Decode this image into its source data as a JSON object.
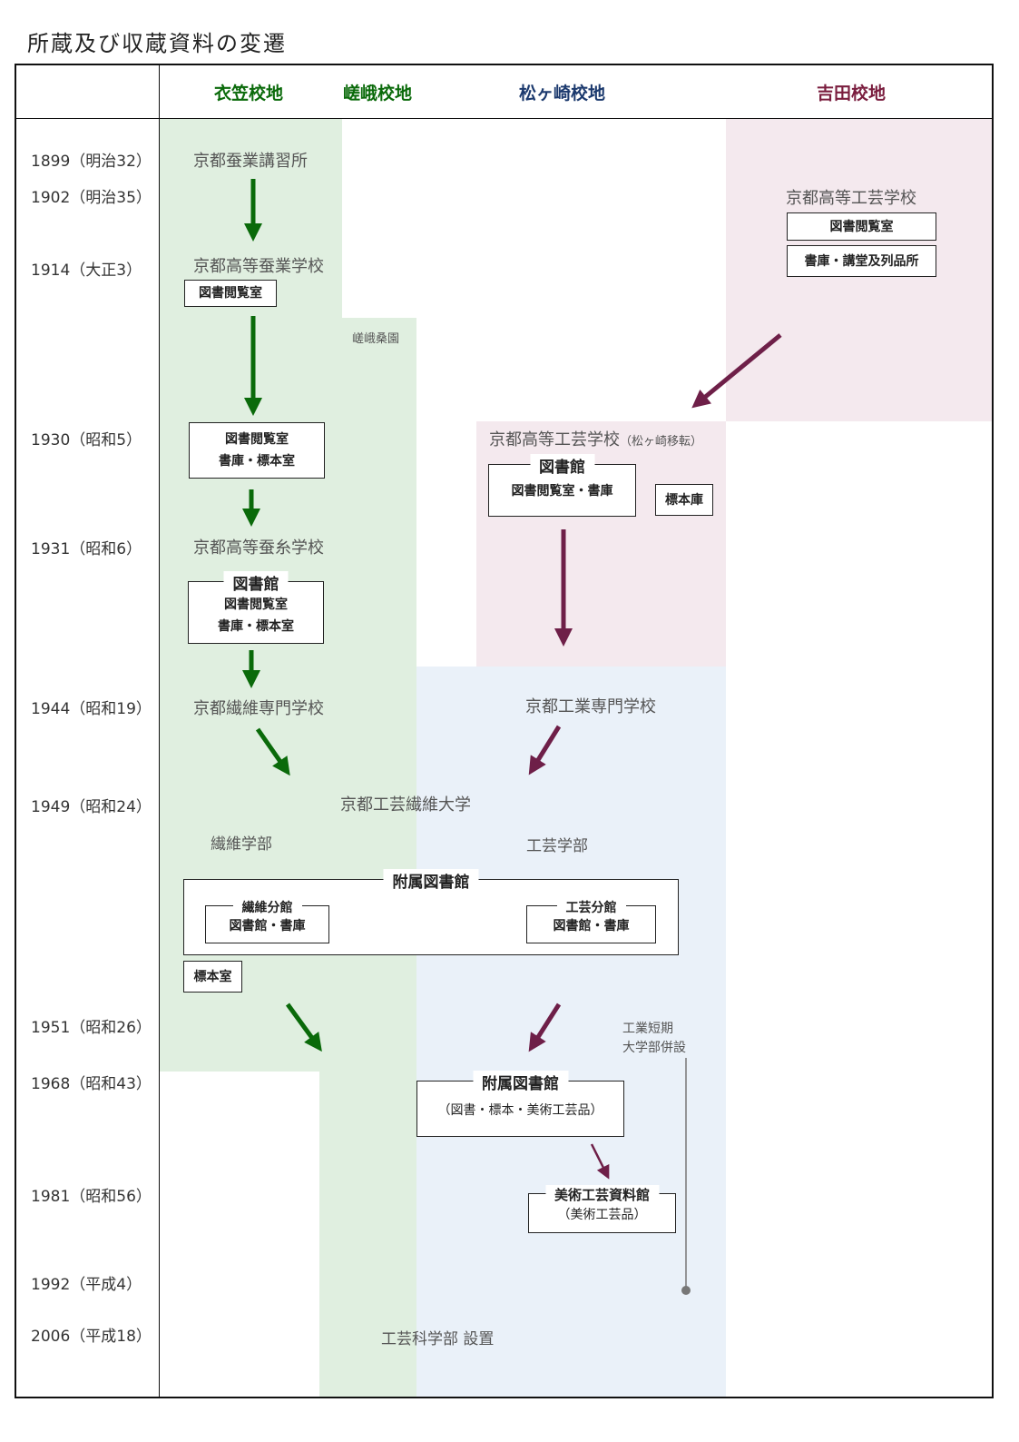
{
  "title": "所蔵及び収蔵資料の変遷",
  "colors": {
    "green": "#0a6a0a",
    "purple": "#6e1f48",
    "navy": "#1c3a6e",
    "maroon": "#7a1d3e"
  },
  "headers": [
    {
      "name": "kinugasa",
      "label": "衣笠校地",
      "color": "#0a6a0a"
    },
    {
      "name": "saga",
      "label": "嵯峨校地",
      "color": "#0a6a0a"
    },
    {
      "name": "matsugasaki",
      "label": "松ヶ崎校地",
      "color": "#1c3a6e"
    },
    {
      "name": "yoshida",
      "label": "吉田校地",
      "color": "#7a1d3e"
    }
  ],
  "years": [
    "1899（明治32）",
    "1902（明治35）",
    "1914（大正3）",
    "1930（昭和5）",
    "1931（昭和6）",
    "1944（昭和19）",
    "1949（昭和24）",
    "1951（昭和26）",
    "1968（昭和43）",
    "1981（昭和56）",
    "1992（平成4）",
    "2006（平成18）"
  ],
  "labels": {
    "sangyo_koshujo": "京都蚕業講習所",
    "koto_sangyo": "京都高等蚕業学校",
    "saga_soen": "嵯峨桑園",
    "koto_sanshi": "京都高等蚕糸学校",
    "seni_senmon": "京都繊維専門学校",
    "kogei_seni_daigaku": "京都工芸繊維大学",
    "seni_gakubu": "繊維学部",
    "kogei_gakubu": "工芸学部",
    "koto_kogei_yoshida": "京都高等工芸学校",
    "koto_kogei_matsu": "京都高等工芸学校",
    "matsu_iten": "（松ヶ崎移転）",
    "kogyo_senmon": "京都工業専門学校",
    "tanki_1": "工業短期",
    "tanki_2": "大学部併設",
    "kogei_kagaku": "工芸科学部 設置"
  },
  "boxes": {
    "toshoetsuran_1914": "図書閲覧室",
    "y_etsuran": "図書閲覧室",
    "y_shoko": "書庫・講堂及列品所",
    "k1930_l1": "図書閲覧室",
    "k1930_l2": "書庫・標本室",
    "m1930_title": "図書館",
    "m1930_l1": "図書閲覧室・書庫",
    "m1930_hyohonko": "標本庫",
    "k1931_title": "図書館",
    "k1931_l1": "図書閲覧室",
    "k1931_l2": "書庫・標本室",
    "fuzoku_title": "附属図書館",
    "seni_bunkan_title": "繊維分館",
    "seni_bunkan_l1": "図書館・書庫",
    "kogei_bunkan_title": "工芸分館",
    "kogei_bunkan_l1": "図書館・書庫",
    "hyohonshitsu": "標本室",
    "fuzoku1968_title": "附属図書館",
    "fuzoku1968_l1": "（図書・標本・美術工芸品）",
    "bijutsu_title": "美術工芸資料館",
    "bijutsu_l1": "（美術工芸品）"
  }
}
